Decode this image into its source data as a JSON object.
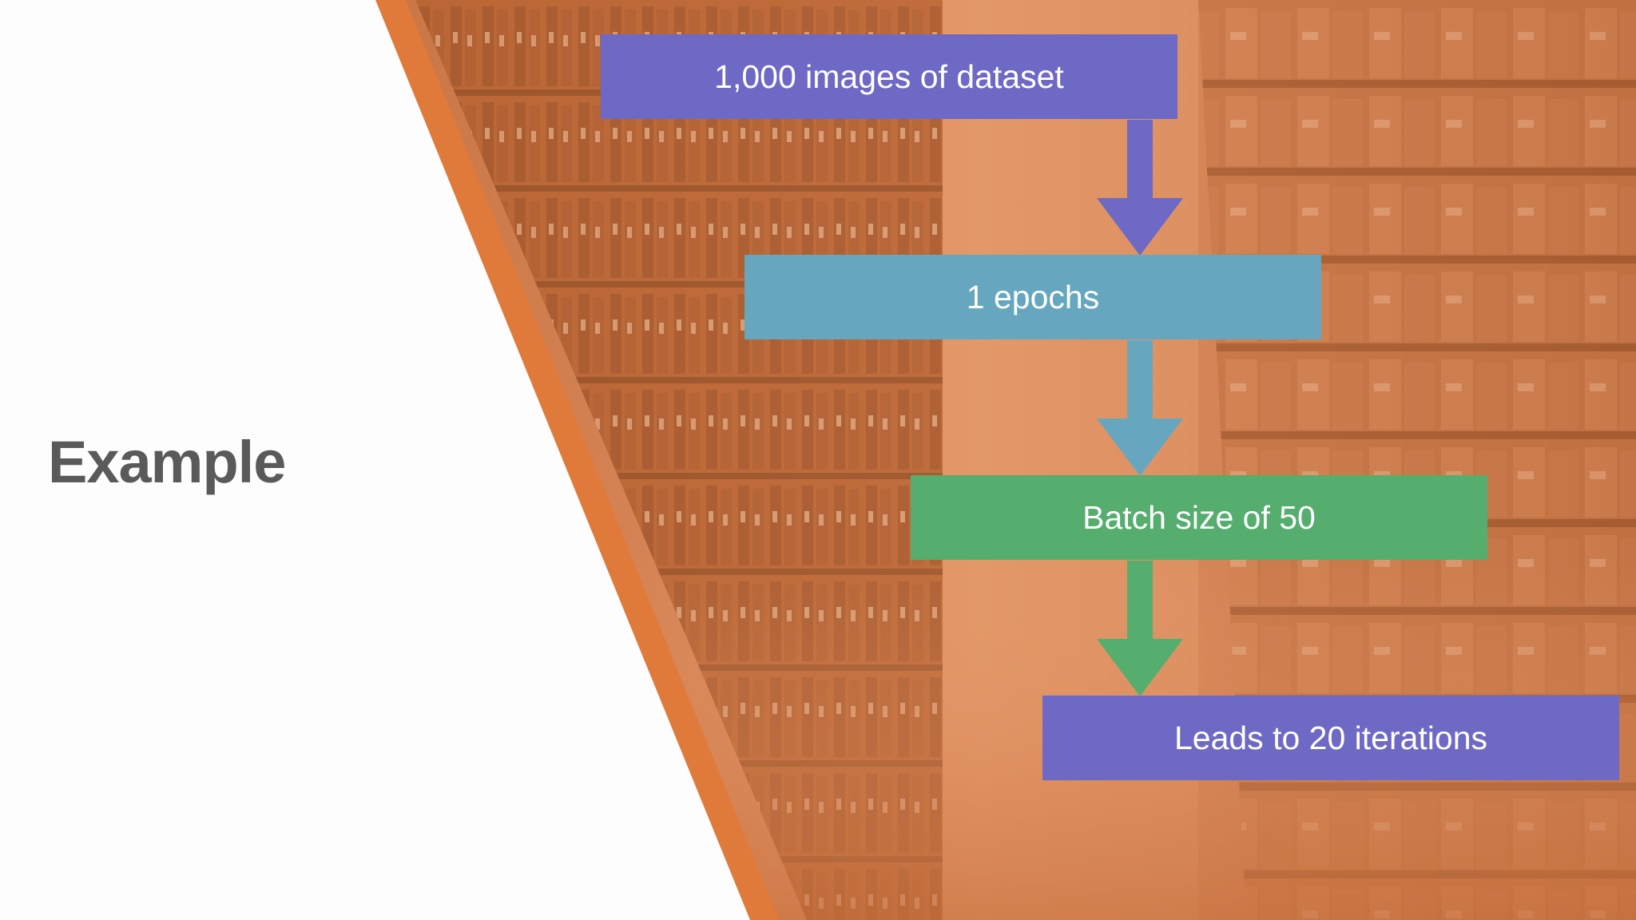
{
  "slide": {
    "title": "Example"
  },
  "flow": {
    "steps": [
      {
        "label": "1,000 images of dataset",
        "color": "#6e69c5"
      },
      {
        "label": "1 epochs",
        "color": "#66a7bf"
      },
      {
        "label": "Batch size of 50",
        "color": "#55ad6e"
      },
      {
        "label": "Leads to 20 iterations",
        "color": "#6e69c5"
      }
    ],
    "arrow_colors": [
      "#6e69c5",
      "#66a7bf",
      "#55ad6e"
    ]
  },
  "theme": {
    "accent_stripe": "#e07a3a",
    "photo_tint": "#d9804f"
  }
}
